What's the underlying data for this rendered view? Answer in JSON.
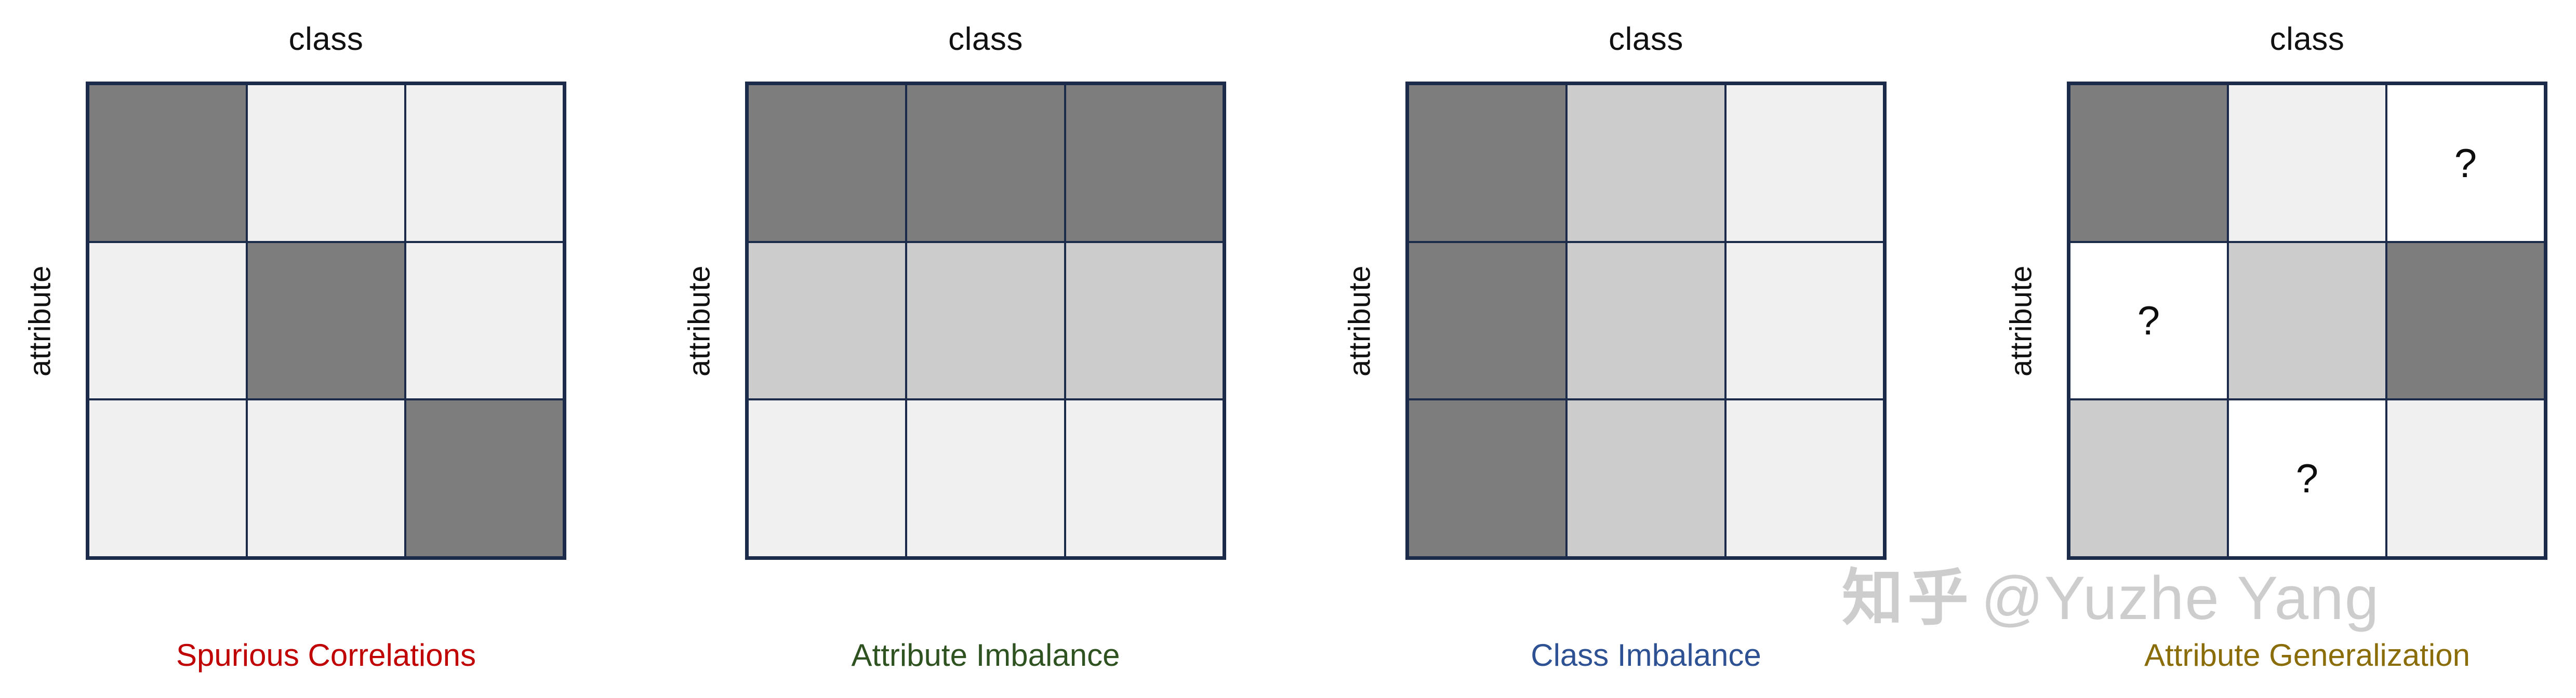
{
  "figure": {
    "axis_labels": {
      "x": "class",
      "y": "attribute"
    },
    "unknown_marker": "?",
    "border_color": "#1c2b4a",
    "shades": {
      "dark": "#7d7d7d",
      "medium": "#cccccc",
      "light": "#f0f0f0",
      "empty": "#ffffff"
    }
  },
  "watermark": {
    "logo": "知乎",
    "handle": "@Yuzhe Yang"
  },
  "panels": [
    {
      "id": "spurious-correlations",
      "col_label": "class",
      "row_label": "attribute",
      "caption": "Spurious Correlations",
      "caption_color": "#c00000",
      "matrix": [
        [
          "dark",
          "light",
          "light"
        ],
        [
          "light",
          "dark",
          "light"
        ],
        [
          "light",
          "light",
          "dark"
        ]
      ],
      "marks": [
        [
          "",
          "",
          ""
        ],
        [
          "",
          "",
          ""
        ],
        [
          "",
          "",
          ""
        ]
      ]
    },
    {
      "id": "attribute-imbalance",
      "col_label": "class",
      "row_label": "attribute",
      "caption": "Attribute Imbalance",
      "caption_color": "#2f5221",
      "matrix": [
        [
          "dark",
          "dark",
          "dark"
        ],
        [
          "medium",
          "medium",
          "medium"
        ],
        [
          "light",
          "light",
          "light"
        ]
      ],
      "marks": [
        [
          "",
          "",
          ""
        ],
        [
          "",
          "",
          ""
        ],
        [
          "",
          "",
          ""
        ]
      ]
    },
    {
      "id": "class-imbalance",
      "col_label": "class",
      "row_label": "attribute",
      "caption": "Class Imbalance",
      "caption_color": "#2d5192",
      "matrix": [
        [
          "dark",
          "medium",
          "light"
        ],
        [
          "dark",
          "medium",
          "light"
        ],
        [
          "dark",
          "medium",
          "light"
        ]
      ],
      "marks": [
        [
          "",
          "",
          ""
        ],
        [
          "",
          "",
          ""
        ],
        [
          "",
          "",
          ""
        ]
      ]
    },
    {
      "id": "attribute-generalization",
      "col_label": "class",
      "row_label": "attribute",
      "caption": "Attribute Generalization",
      "caption_color": "#8a6d08",
      "matrix": [
        [
          "dark",
          "light",
          "empty"
        ],
        [
          "empty",
          "medium",
          "dark"
        ],
        [
          "medium",
          "empty",
          "light"
        ]
      ],
      "marks": [
        [
          "",
          "",
          "?"
        ],
        [
          "?",
          "",
          ""
        ],
        [
          "",
          "?",
          ""
        ]
      ]
    }
  ]
}
